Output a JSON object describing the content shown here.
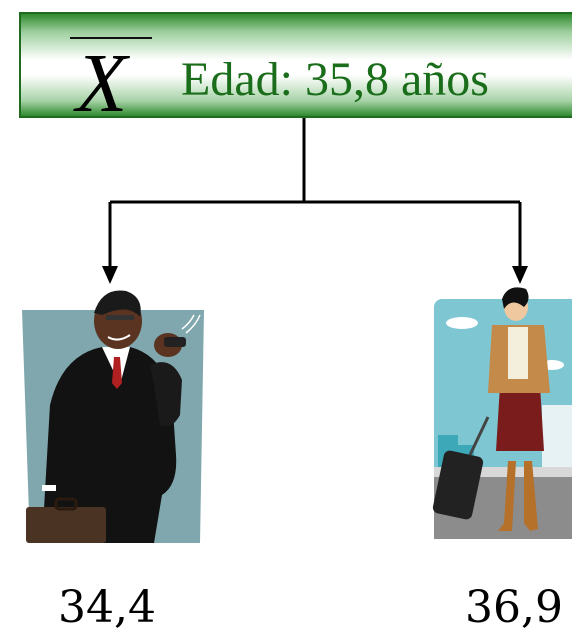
{
  "header": {
    "symbol": "X",
    "label": "Edad:  35,8 años"
  },
  "groups": [
    {
      "value": "34,4",
      "figure": "businessman-illustration"
    },
    {
      "value": "36,9",
      "figure": "businesswoman-traveler-illustration"
    }
  ],
  "colors": {
    "header_border": "#1f6b1f",
    "header_text": "#1a6d1a",
    "left_panel_bg": "#7fa7ad",
    "right_panel_bg": "#7ec6d2"
  }
}
